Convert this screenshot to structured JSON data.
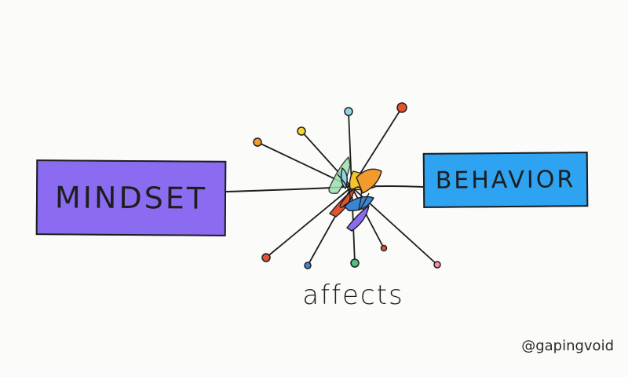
{
  "diagram": {
    "left_box": {
      "label": "MINDSET",
      "color": "#8b6cf0"
    },
    "right_box": {
      "label": "BEHAVIOR",
      "color": "#2ea3f2"
    },
    "connector_label": "affects",
    "credit": "@gapingvoid"
  },
  "colors": {
    "orange": "#f39a2c",
    "yellow": "#f5d43a",
    "light_blue": "#8fd3e8",
    "red": "#e2542f",
    "green": "#4fc07a",
    "blue": "#3a86d6",
    "pink": "#f08fb0",
    "ink": "#1e1e1e"
  }
}
